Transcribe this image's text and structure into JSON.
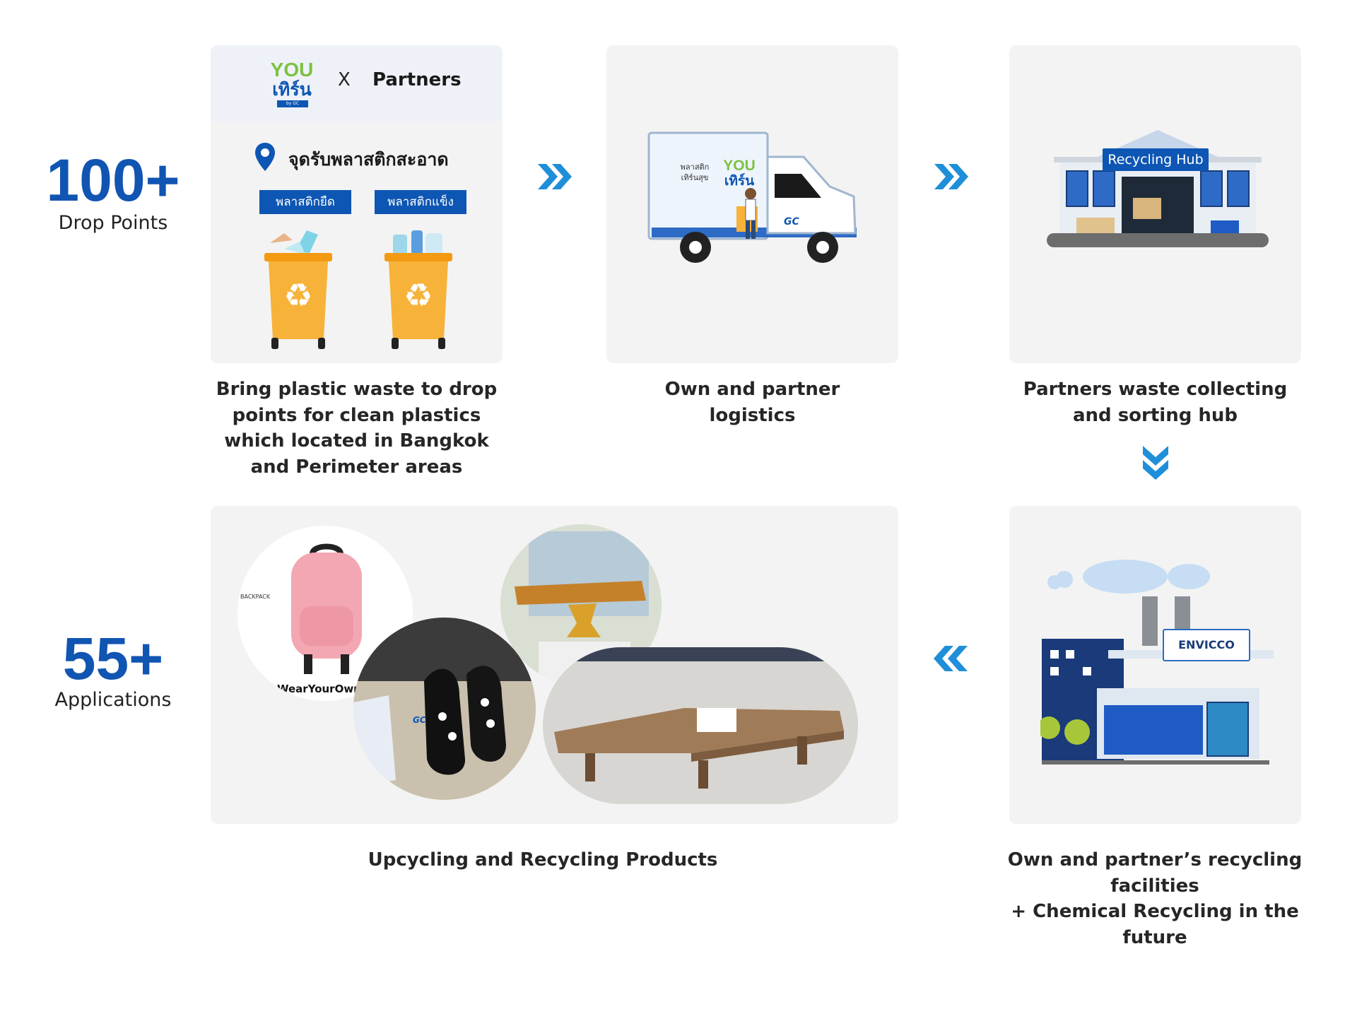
{
  "colors": {
    "accent": "#1155b3",
    "arrow": "#1e8fd8",
    "card": "#f3f3f3",
    "bin": "#f7a928"
  },
  "stats": {
    "drop_points": {
      "number": "100+",
      "label": "Drop Points"
    },
    "applications": {
      "number": "55+",
      "label": "Applications"
    }
  },
  "card1": {
    "logo_line1": "YOU",
    "logo_line2": "เทิร์น",
    "logo_sub": "by GC",
    "x": "X",
    "partners": "Partners",
    "pin_title": "จุดรับพลาสติกสะอาด",
    "tag_soft": "พลาสติกยืด",
    "tag_hard": "พลาสติกแข็ง"
  },
  "truck": {
    "side_text_1": "พลาสติก",
    "side_text_2": "เทิร์นสุข",
    "logo_you": "YOU",
    "logo_turn": "เทิร์น",
    "gc": "GC"
  },
  "hub": {
    "sign": "Recycling Hub"
  },
  "factory": {
    "sign": "ENVICCO"
  },
  "products": {
    "backpack_text": "WearYourOwn",
    "backpack_tag": "BACKPACK",
    "gc": "GC"
  },
  "captions": {
    "drop": [
      "Bring plastic waste to drop",
      "points for clean plastics",
      "which located in Bangkok",
      "and Perimeter areas"
    ],
    "logistics": [
      "Own and partner",
      "logistics"
    ],
    "hub": [
      "Partners waste collecting",
      "and sorting hub"
    ],
    "products": [
      "Upcycling and Recycling Products"
    ],
    "recycling": [
      "Own and partner’s recycling facilities",
      "+ Chemical Recycling in the future"
    ]
  }
}
